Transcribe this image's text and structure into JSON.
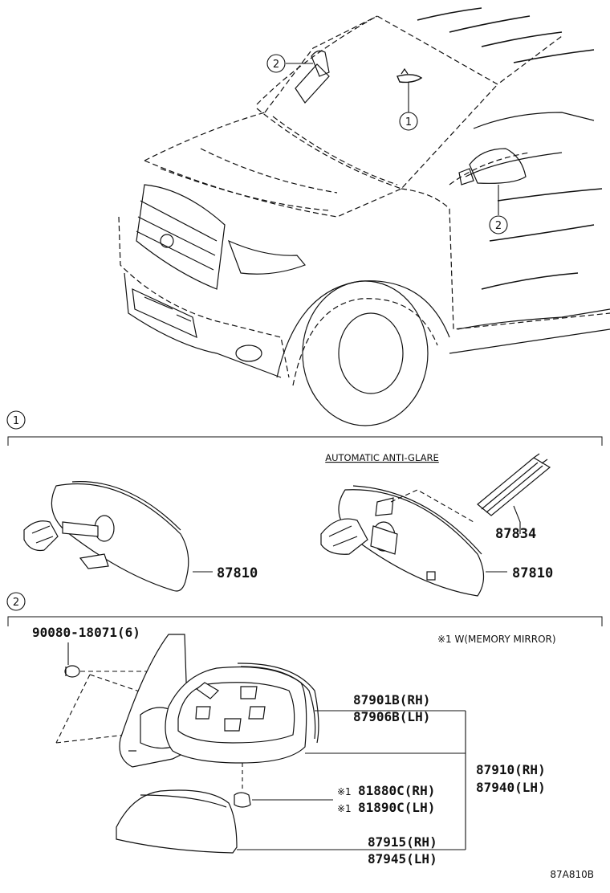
{
  "callouts": {
    "one": "1",
    "two": "2"
  },
  "section1": {
    "marker": "1",
    "caption": "AUTOMATIC ANTI-GLARE",
    "parts": {
      "mirror_left": "87810",
      "mirror_right": "87810",
      "cover": "87834"
    }
  },
  "section2": {
    "marker": "2",
    "note": "※1 W(MEMORY MIRROR)",
    "parts": {
      "screw": "90080-18071(6)",
      "glass_rh": "87901B(RH)",
      "glass_lh": "87906B(LH)",
      "assy_rh": "87910(RH)",
      "assy_lh": "87940(LH)",
      "motor_rh_mark": "※1",
      "motor_rh": "81880C(RH)",
      "motor_lh_mark": "※1",
      "motor_lh": "81890C(LH)",
      "cover_rh": "87915(RH)",
      "cover_lh": "87945(LH)"
    }
  },
  "footer": {
    "code": "87A810B"
  }
}
